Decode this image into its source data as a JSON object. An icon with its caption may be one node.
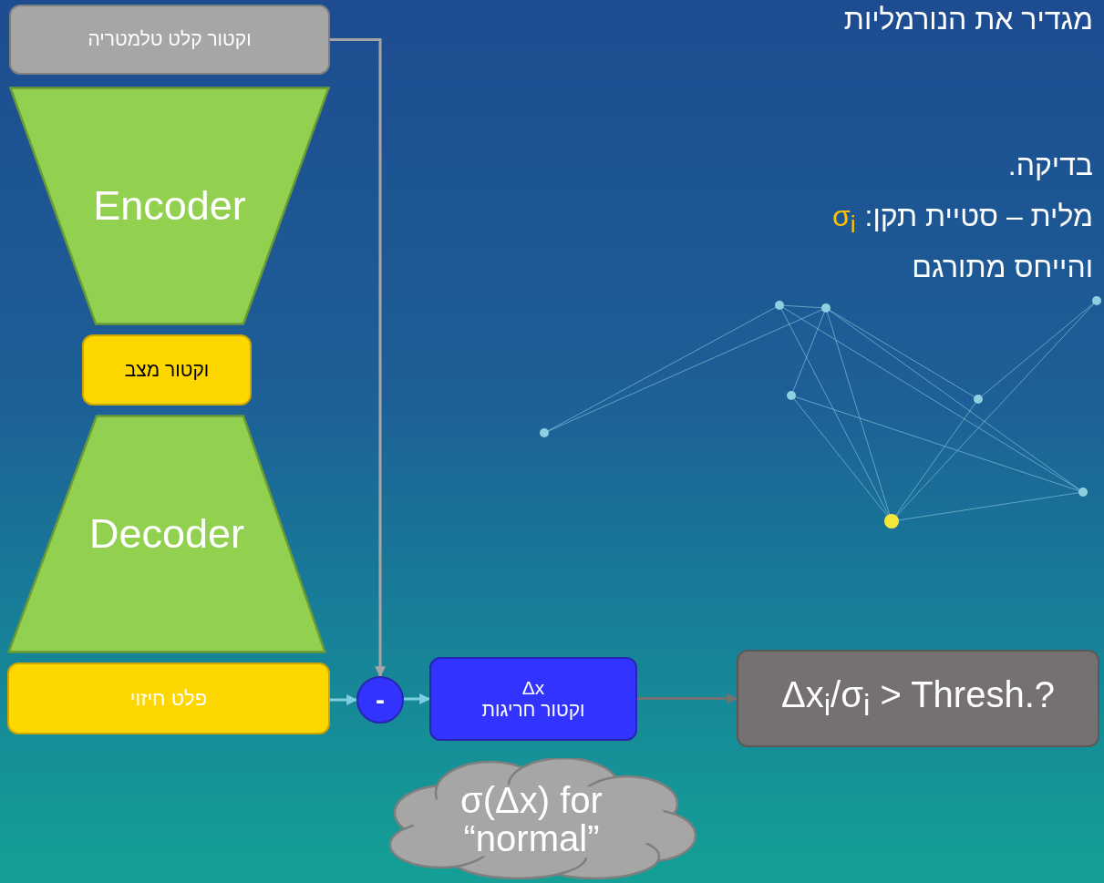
{
  "diagram": {
    "nodes": [
      {
        "text": [
          "וקטור קלט טלמטריה"
        ]
      },
      {
        "text": [
          "Encoder"
        ]
      },
      {
        "text": [
          "וקטור מצב"
        ]
      },
      {
        "text": [
          "Decoder"
        ]
      },
      {
        "text": [
          "פלט חיזוי"
        ]
      },
      {
        "text": [
          "-"
        ]
      },
      {
        "text": [
          "Δx",
          "וקטור חריגות"
        ]
      },
      {
        "text": [
          "Δx$_{i}$/σ$_{i}$ > Thresh.?"
        ]
      },
      {
        "text": [
          "σ(Δx) for “normal”"
        ]
      }
    ],
    "edges": [
      {
        "from": 0,
        "to": 5,
        "arrow": "to",
        "color": "#a6a6a6"
      },
      {
        "from": 4,
        "to": 5,
        "arrow": "to",
        "color": "#7fd0de"
      },
      {
        "from": 5,
        "to": 6,
        "arrow": "to",
        "color": "#7fd0de"
      },
      {
        "from": 6,
        "to": 7,
        "arrow": "to",
        "color": "#767171"
      }
    ],
    "labels": [
      "מגדיר את הנורמליות",
      "בדיקה.",
      "מלית – סטיית תקן:",
      "σ$_{i}$",
      "והייחס מתורגם"
    ]
  }
}
